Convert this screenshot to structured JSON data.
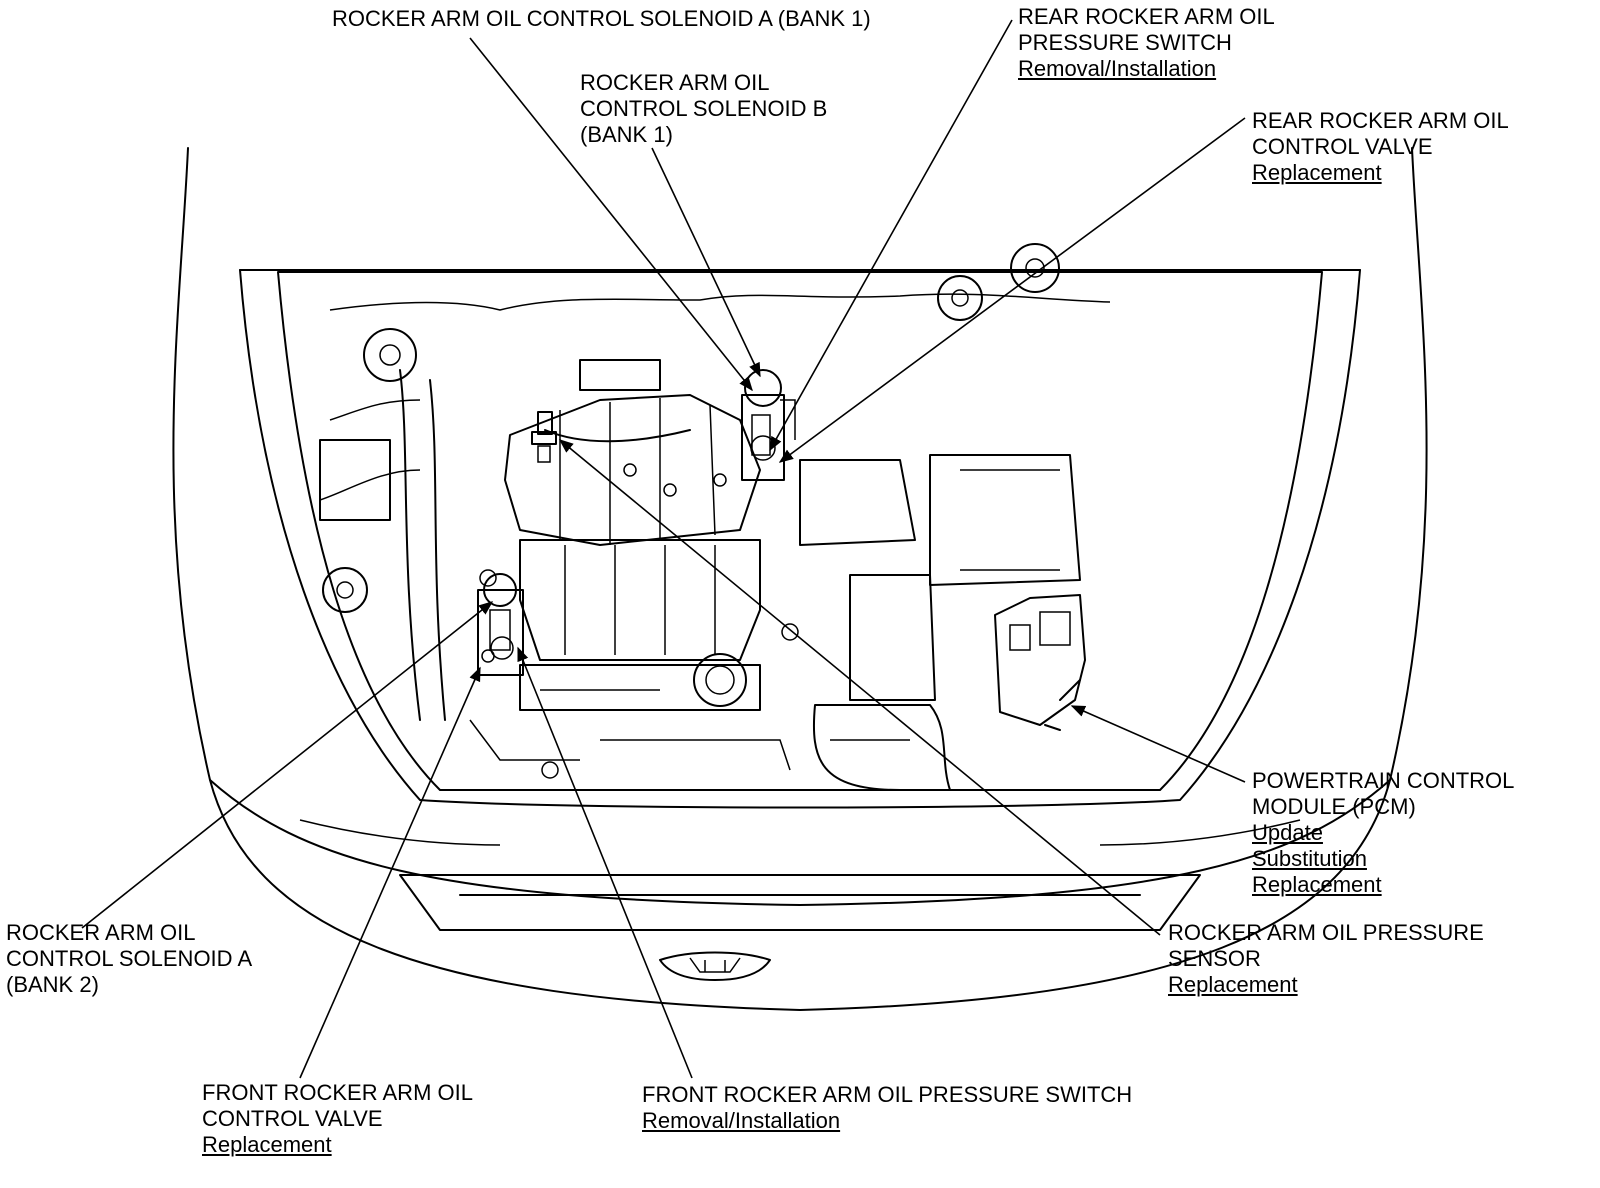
{
  "callouts": {
    "sol_a_bank1": {
      "lines": [
        "ROCKER ARM OIL CONTROL SOLENOID A (BANK 1)"
      ]
    },
    "rear_switch": {
      "lines": [
        "REAR ROCKER ARM OIL",
        "PRESSURE SWITCH"
      ],
      "links": [
        "Removal/Installation"
      ]
    },
    "sol_b_bank1": {
      "lines": [
        "ROCKER ARM OIL",
        "CONTROL SOLENOID B",
        "(BANK 1)"
      ]
    },
    "rear_valve": {
      "lines": [
        "REAR ROCKER ARM OIL",
        "CONTROL VALVE"
      ],
      "links": [
        "Replacement"
      ]
    },
    "pcm": {
      "lines": [
        "POWERTRAIN CONTROL",
        "MODULE (PCM)"
      ],
      "links": [
        "Update",
        "Substitution",
        "Replacement"
      ]
    },
    "pressure_sensor": {
      "lines": [
        "ROCKER ARM OIL PRESSURE",
        "SENSOR"
      ],
      "links": [
        "Replacement"
      ]
    },
    "sol_a_bank2": {
      "lines": [
        "ROCKER ARM OIL",
        "CONTROL SOLENOID A",
        "(BANK 2)"
      ]
    },
    "front_valve": {
      "lines": [
        "FRONT ROCKER ARM OIL",
        "CONTROL VALVE"
      ],
      "links": [
        "Replacement"
      ]
    },
    "front_switch": {
      "lines": [
        "FRONT ROCKER ARM OIL PRESSURE SWITCH"
      ],
      "links": [
        "Removal/Installation"
      ]
    }
  },
  "colors": {
    "ink": "#000000",
    "paper": "#ffffff"
  }
}
